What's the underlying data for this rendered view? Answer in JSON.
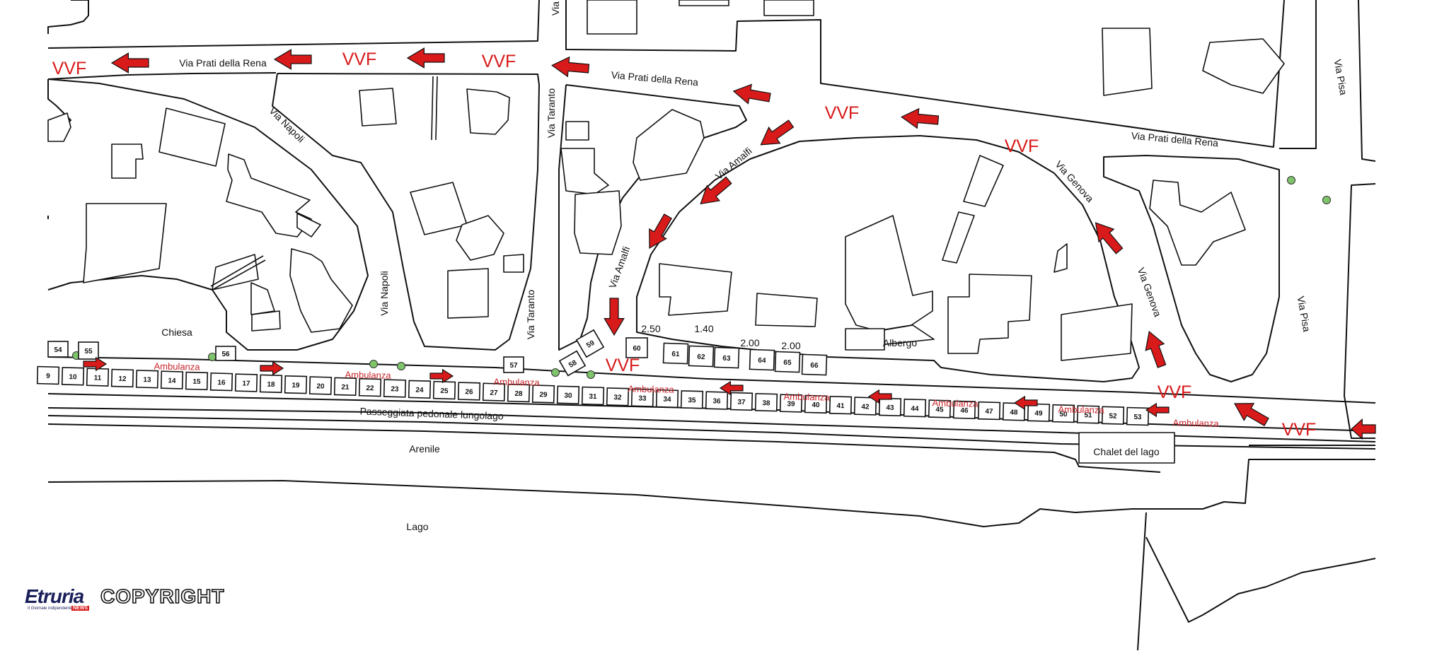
{
  "streets": [
    {
      "id": "prati-1",
      "text": "Via Prati della Rena"
    },
    {
      "id": "prati-2",
      "text": "Via Prati della Rena"
    },
    {
      "id": "prati-3",
      "text": "Via Prati della Rena"
    },
    {
      "id": "napoli-1",
      "text": "Via Napoli"
    },
    {
      "id": "napoli-2",
      "text": "Via Napoli"
    },
    {
      "id": "taranto-1",
      "text": "Via Taranto"
    },
    {
      "id": "taranto-2",
      "text": "Via Taranto"
    },
    {
      "id": "taranto-3",
      "text": "Via"
    },
    {
      "id": "amalfi-1",
      "text": "Via Amalfi"
    },
    {
      "id": "amalfi-2",
      "text": "Via Amalfi"
    },
    {
      "id": "genova-1",
      "text": "Via Genova"
    },
    {
      "id": "genova-2",
      "text": "Via Genova"
    },
    {
      "id": "pisa-1",
      "text": "Via Pisa"
    },
    {
      "id": "pisa-2",
      "text": "Via Pisa"
    }
  ],
  "places": {
    "chiesa": "Chiesa",
    "albergo": "Albergo",
    "passeggiata": "Passeggiata pedonale lungolago",
    "arenile": "Arenile",
    "lago": "Lago",
    "chalet": "Chalet del lago"
  },
  "vvf_label": "VVF",
  "ambulanza_label": "Ambulanza",
  "measures": [
    "2.50",
    "1.40",
    "2.00",
    "2.00"
  ],
  "stalls": {
    "main_row_start": 9,
    "main_row_end": 53,
    "upper_left": [
      "54",
      "55",
      "56",
      "57"
    ],
    "curve": [
      "58",
      "59",
      "60"
    ],
    "upper_mid": [
      "61",
      "62",
      "63",
      "64",
      "65",
      "66"
    ]
  },
  "logo": {
    "name": "Etruria",
    "tagline": "Il Giornale indipendente",
    "news": "NEWS",
    "copyright": "COPYRIGHT"
  },
  "colors": {
    "arrow": "#d81a1a",
    "vvf": "#d81a1a",
    "ambulanza": "#c8262c",
    "tree": "#7ec46a",
    "line": "#111111"
  }
}
